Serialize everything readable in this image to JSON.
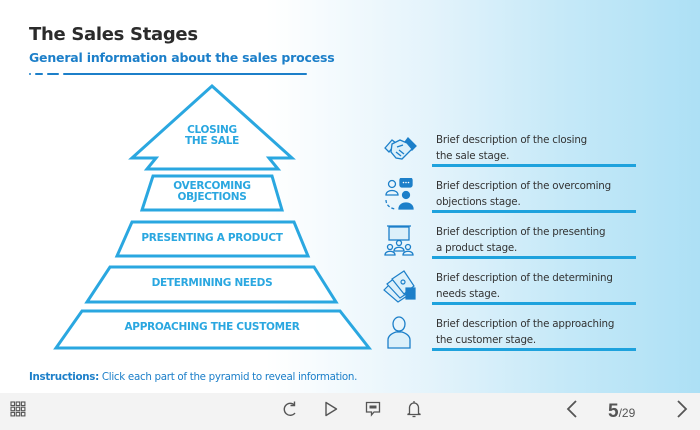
{
  "slide": {
    "title": "The Sales Stages",
    "subtitle": "General information about the sales process"
  },
  "pyramid": {
    "tiers": [
      {
        "id": "closing",
        "label_line1": "CLOSING",
        "label_line2": "THE SALE"
      },
      {
        "id": "overcoming",
        "label_line1": "OVERCOMING",
        "label_line2": "OBJECTIONS"
      },
      {
        "id": "presenting",
        "label_line1": "PRESENTING A PRODUCT"
      },
      {
        "id": "determining",
        "label_line1": "DETERMINING NEEDS"
      },
      {
        "id": "approaching",
        "label_line1": "APPROACHING THE CUSTOMER"
      }
    ],
    "stroke_color": "#2aa7e0"
  },
  "descriptions": [
    {
      "icon": "handshake-icon",
      "line1": "Brief description of the closing",
      "line2": "the sale stage."
    },
    {
      "icon": "conversation-icon",
      "line1": "Brief description of the overcoming",
      "line2": "objections stage."
    },
    {
      "icon": "presentation-icon",
      "line1": "Brief description of the presenting",
      "line2": "a product stage."
    },
    {
      "icon": "money-icon",
      "line1": "Brief description of the determining",
      "line2": "needs stage."
    },
    {
      "icon": "person-icon",
      "line1": "Brief description of the approaching",
      "line2": "the customer stage."
    }
  ],
  "instructions": {
    "label": "Instructions:",
    "text": " Click each part of the pyramid to reveal information."
  },
  "player": {
    "menu_icon": "grid-menu-icon",
    "controls": [
      "replay-icon",
      "play-icon",
      "notes-icon",
      "bell-icon"
    ],
    "current_page": "5",
    "total_pages": "/29"
  },
  "colors": {
    "accent": "#1c7fc9",
    "pyramid": "#2aa7e0",
    "rule": "#1ea2dd"
  }
}
